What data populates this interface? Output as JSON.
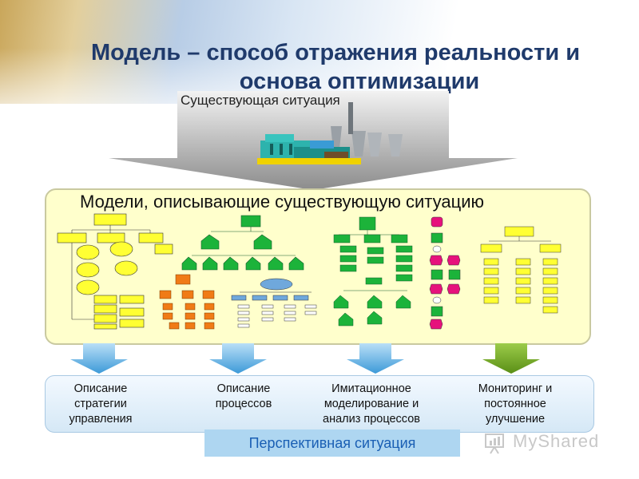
{
  "title": {
    "line1": "Модель – способ отражения реальности и",
    "line2": "основа оптимизации"
  },
  "current_situation_label": "Существующая ситуация",
  "models_title": "Модели, описывающие существующую ситуацию",
  "outputs": [
    {
      "label": "Описание стратегии управления",
      "arrow_color": "#4aa3dc"
    },
    {
      "label": "Описание процессов",
      "arrow_color": "#4aa3dc"
    },
    {
      "label": "Имитационное моделирование и анализ процессов",
      "arrow_color": "#4aa3dc"
    },
    {
      "label": "Мониторинг и постоянное улучшение",
      "arrow_color": "#6aa121"
    }
  ],
  "perspective_label": "Перспективная ситуация",
  "watermark": "MyShared",
  "colors": {
    "title": "#1f3a6b",
    "models_box_fill": "#ffffcc",
    "green_shapes": "#1cb33a",
    "pink_shapes": "#e6127c",
    "yellow_shapes": "#ffff33",
    "orange_shapes": "#f07b16",
    "perspective_fill": "#aed6f1"
  }
}
